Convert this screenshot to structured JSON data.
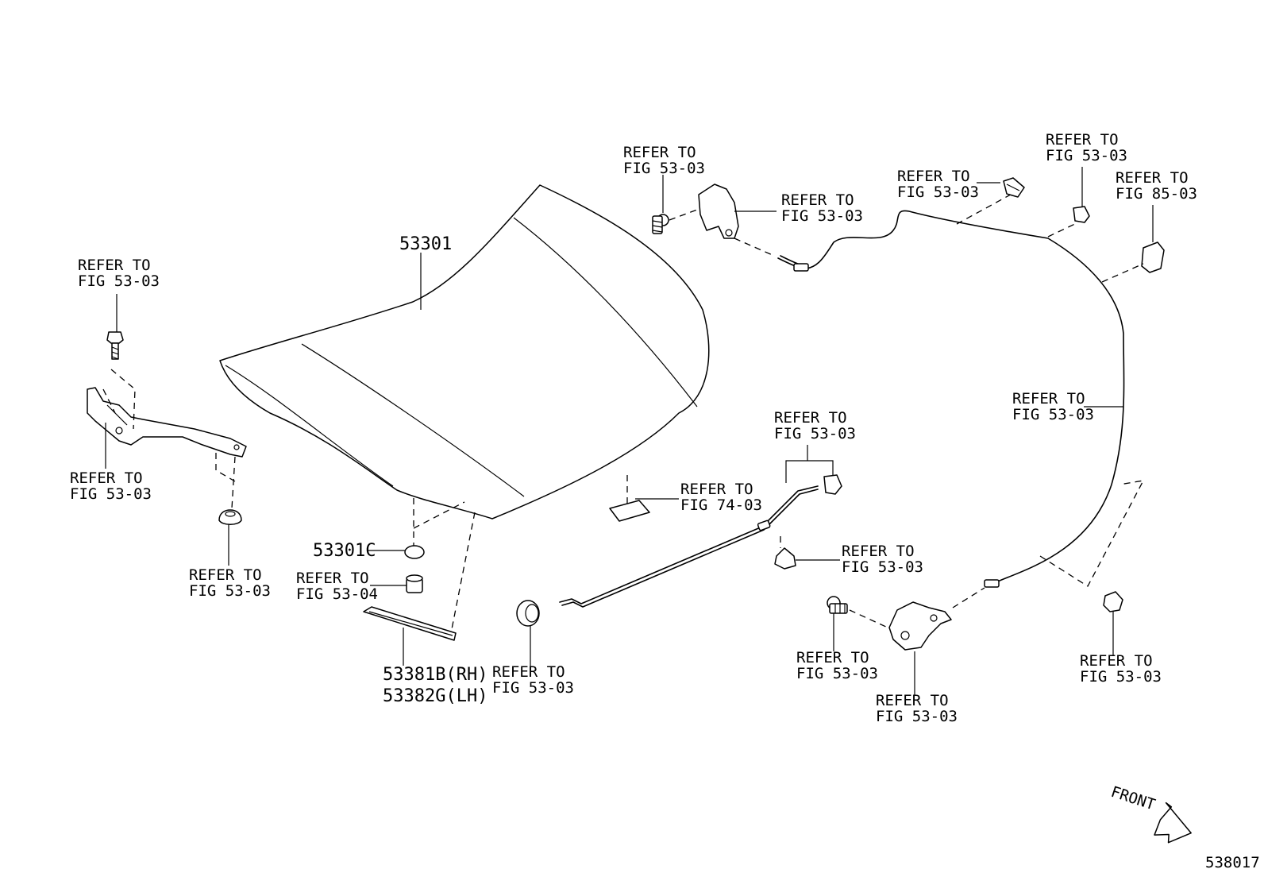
{
  "parts": {
    "hood": "53301",
    "hood_seal": "53301C",
    "seal_rh": "53381B(RH)",
    "seal_lh": "53382G(LH)"
  },
  "refs": {
    "top_bolt": [
      "REFER TO",
      "FIG 53-03"
    ],
    "latch_bracket": [
      "REFER TO",
      "FIG 53-03"
    ],
    "cable_clip_top": [
      "REFER TO",
      "FIG 53-03"
    ],
    "clip_top_right": [
      "REFER TO",
      "FIG 53-03"
    ],
    "fig85": [
      "REFER TO",
      "FIG 85-03"
    ],
    "hinge_bolt_left": [
      "REFER TO",
      "FIG 53-03"
    ],
    "hinge_left": [
      "REFER TO",
      "FIG 53-03"
    ],
    "clip_left": [
      "REFER TO",
      "FIG 53-03"
    ],
    "cushion": [
      "REFER TO",
      "FIG 53-04"
    ],
    "label_plate": [
      "REFER TO",
      "FIG 74-03"
    ],
    "rod_clip_top": [
      "REFER TO",
      "FIG 53-03"
    ],
    "rod_clip_mid": [
      "REFER TO",
      "FIG 53-03"
    ],
    "grommet": [
      "REFER TO",
      "FIG 53-03"
    ],
    "cable_right": [
      "REFER TO",
      "FIG 53-03"
    ],
    "latch_bolt": [
      "REFER TO",
      "FIG 53-03"
    ],
    "latch": [
      "REFER TO",
      "FIG 53-03"
    ],
    "clip_bottom_right": [
      "REFER TO",
      "FIG 53-03"
    ]
  },
  "front_label": "FRONT",
  "figure_code": "538017"
}
